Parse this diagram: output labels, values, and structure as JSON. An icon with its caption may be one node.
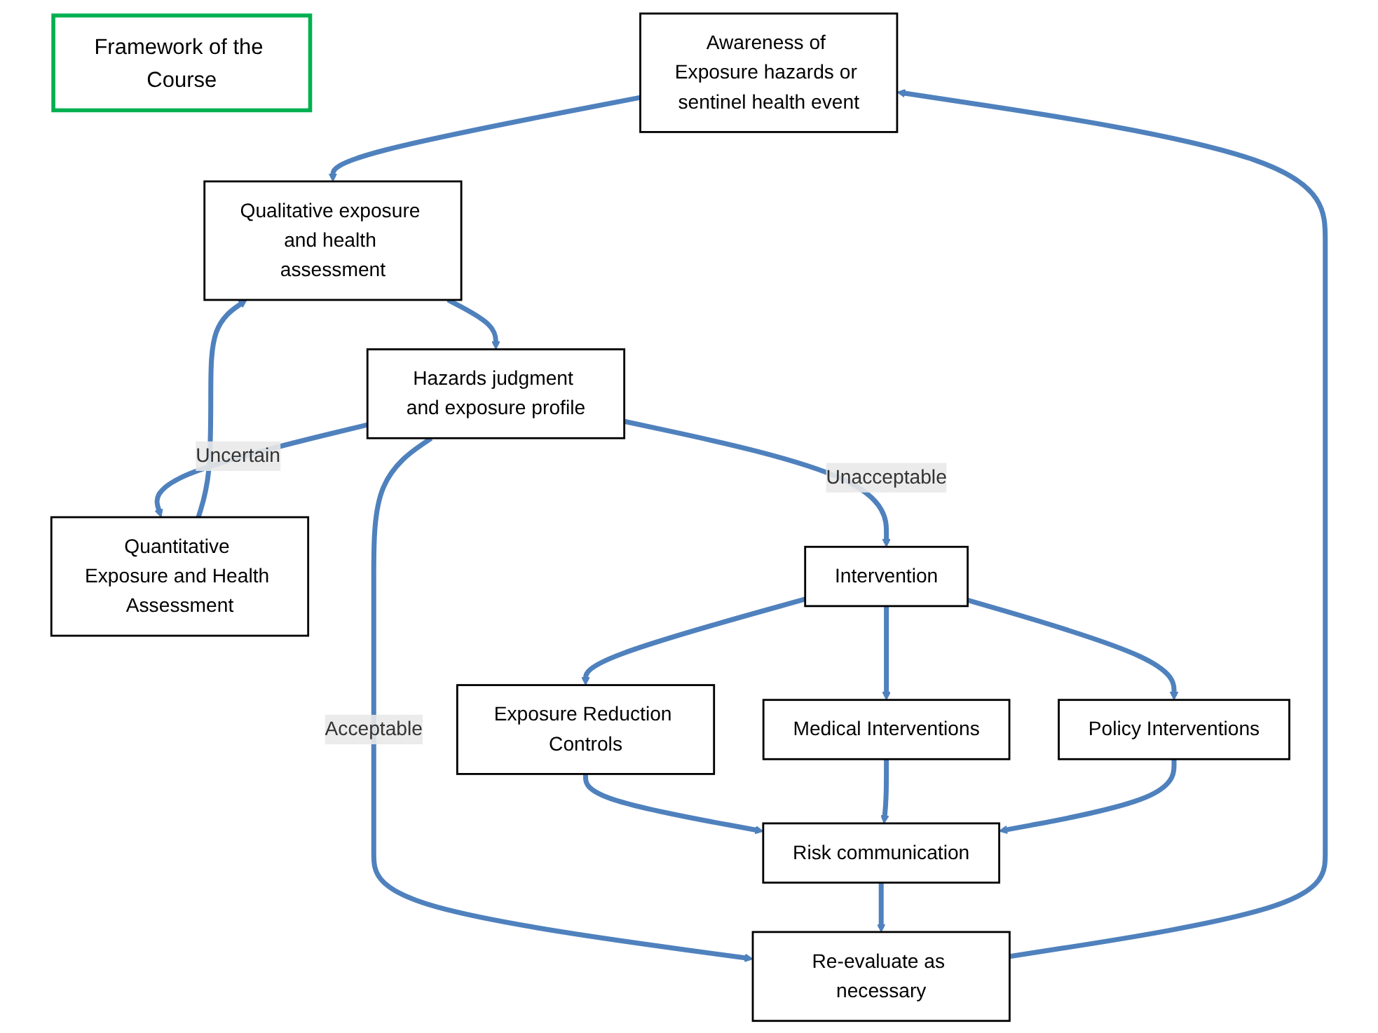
{
  "diagram": {
    "nodes": [
      {
        "text": [
          "Awareness of Exposure hazards or sentinel health event"
        ]
      },
      {
        "text": [
          "Qualitative exposure and health assessment"
        ]
      },
      {
        "text": [
          "Re-evaluate as necessary"
        ]
      },
      {
        "text": [
          "Hazards judgment and exposure profile"
        ]
      },
      {
        "text": [
          "Quantitative Exposure and Health Assessment"
        ]
      },
      {
        "text": [
          "Risk communication"
        ]
      },
      {
        "text": [
          "Intervention"
        ]
      },
      {
        "text": [
          "Exposure Reduction Controls"
        ]
      },
      {
        "text": [
          "Medical Interventions"
        ]
      },
      {
        "text": [
          "Policy Interventions"
        ]
      },
      {
        "text": [
          "Framework of the Course"
        ]
      }
    ],
    "edges": [
      {
        "from": 0,
        "to": 1,
        "arrow": "to"
      },
      {
        "from": 1,
        "to": 3,
        "arrow": "to"
      },
      {
        "from": 3,
        "to": 2,
        "arrow": "to",
        "label": "Acceptable"
      },
      {
        "from": 3,
        "to": 4,
        "arrow": "to",
        "label": "Uncertain"
      },
      {
        "from": 4,
        "to": 1,
        "arrow": "to"
      },
      {
        "from": 3,
        "to": 6,
        "arrow": "to",
        "label": "Unacceptable"
      },
      {
        "from": 6,
        "to": 7,
        "arrow": "to"
      },
      {
        "from": 6,
        "to": 8,
        "arrow": "to"
      },
      {
        "from": 6,
        "to": 9,
        "arrow": "to"
      },
      {
        "from": 7,
        "to": 5,
        "arrow": "to"
      },
      {
        "from": 8,
        "to": 5,
        "arrow": "to"
      },
      {
        "from": 9,
        "to": 5,
        "arrow": "to"
      },
      {
        "from": 5,
        "to": 2,
        "arrow": "to"
      },
      {
        "from": 2,
        "to": 0,
        "arrow": "to"
      }
    ]
  }
}
